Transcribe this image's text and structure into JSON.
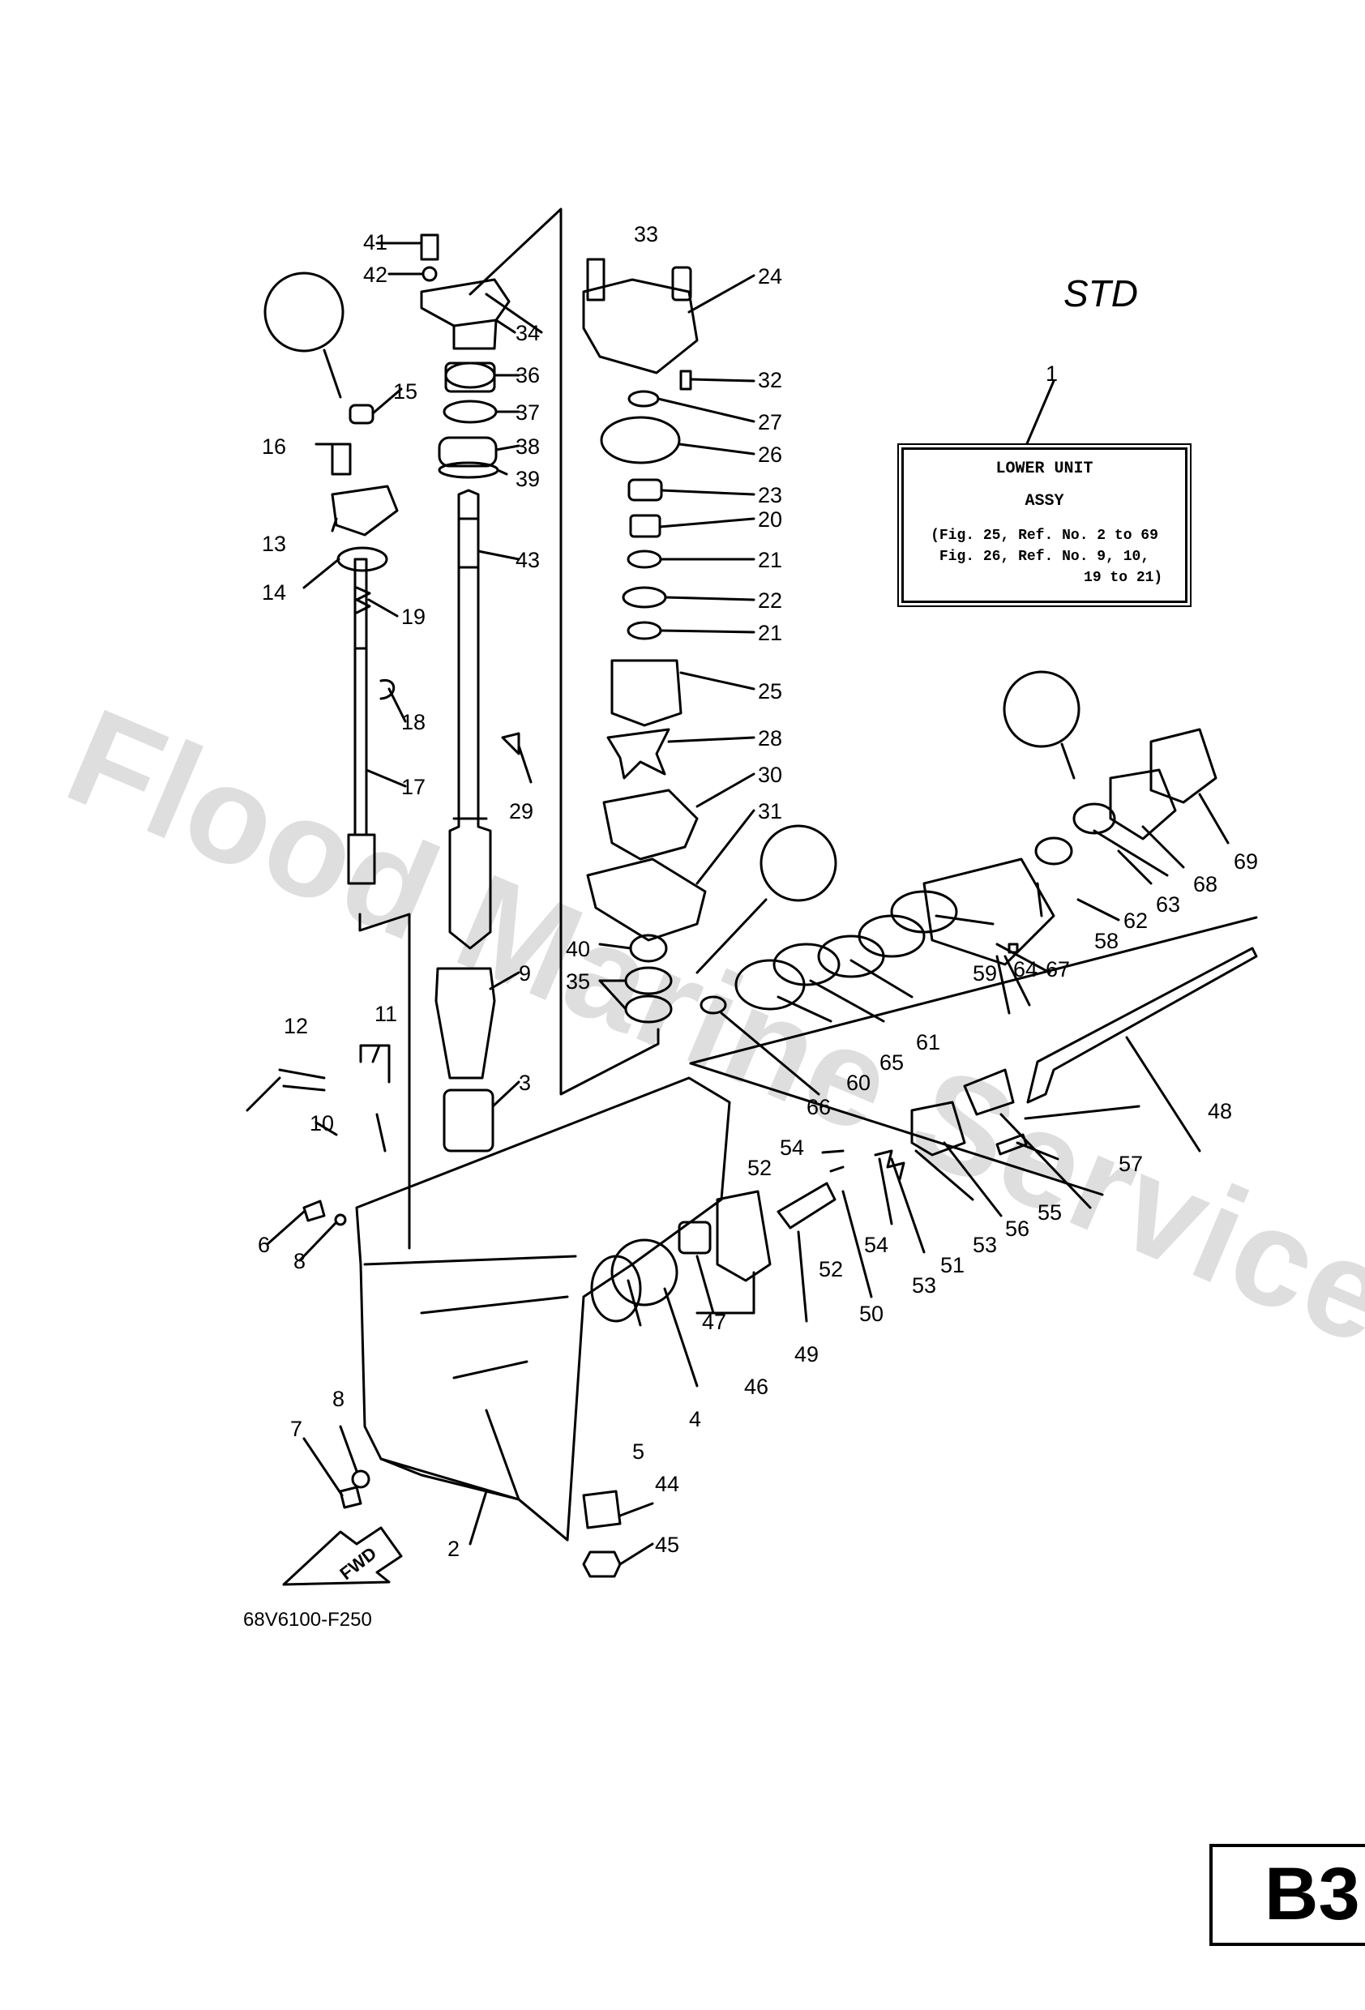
{
  "watermark": "Flood Marine Services",
  "variant_label": "STD",
  "assembly_box": {
    "ref": "1",
    "title_line1": "LOWER UNIT",
    "title_line2": "ASSY",
    "note_line1": "(Fig. 25, Ref. No. 2 to 69",
    "note_line2": "Fig. 26, Ref. No. 9, 10,",
    "note_line3": "19 to 21)"
  },
  "figure_code": "68V6100-F250",
  "page_tag": "B3",
  "direction_badge": "FWD",
  "part_callouts": [
    "2",
    "3",
    "4",
    "5",
    "6",
    "7",
    "8",
    "8",
    "9",
    "10",
    "11",
    "12",
    "13",
    "14",
    "15",
    "16",
    "17",
    "18",
    "19",
    "20",
    "21",
    "21",
    "22",
    "23",
    "24",
    "25",
    "26",
    "27",
    "28",
    "29",
    "30",
    "31",
    "32",
    "33",
    "34",
    "35",
    "36",
    "37",
    "38",
    "39",
    "40",
    "41",
    "42",
    "43",
    "44",
    "45",
    "46",
    "47",
    "48",
    "49",
    "50",
    "51",
    "52",
    "52",
    "53",
    "53",
    "54",
    "54",
    "55",
    "56",
    "57",
    "58",
    "59",
    "60",
    "61",
    "62",
    "63",
    "64",
    "65",
    "66",
    "67",
    "68",
    "69"
  ],
  "colors": {
    "line": "#000000",
    "watermark": "#dedede"
  }
}
